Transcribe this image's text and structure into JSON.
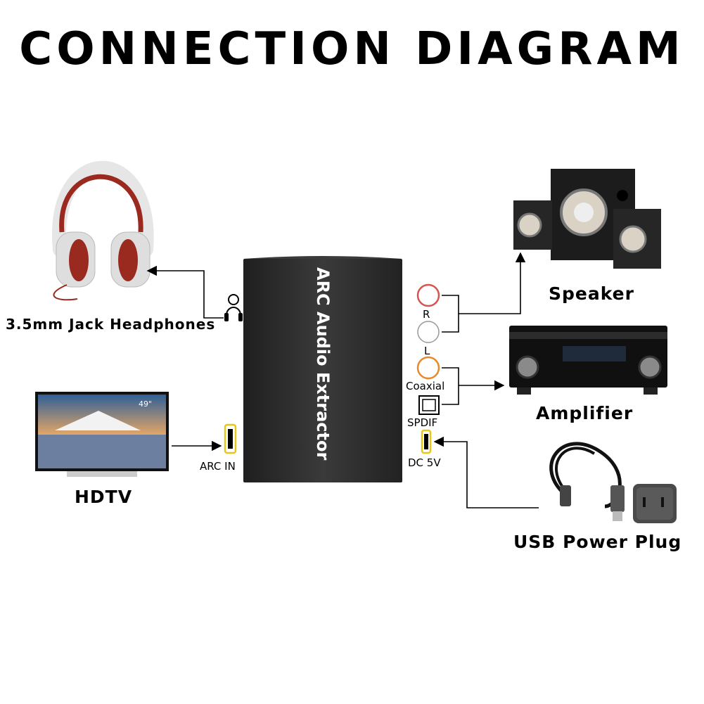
{
  "title": "CONNECTION DIAGRAM",
  "device": {
    "name": "ARC Audio Extractor",
    "body_color": "#2b2b2b"
  },
  "ports": {
    "r_label": "R",
    "l_label": "L",
    "coaxial_label": "Coaxial",
    "spdif_label": "SPDIF",
    "dc_label": "DC 5V",
    "arc_label": "ARC IN"
  },
  "devices": {
    "headphones": "3.5mm Jack Headphones",
    "hdtv": "HDTV",
    "hdtv_badge": "49\"",
    "speaker": "Speaker",
    "amplifier": "Amplifier",
    "usb_power": "USB Power Plug"
  },
  "icons": [
    "headphones-icon",
    "hdtv-icon",
    "speaker-icon",
    "amplifier-icon",
    "usb-power-icon",
    "headphone-jack-icon",
    "hdmi-port-icon",
    "usb-port-icon",
    "optical-port-icon"
  ],
  "colors": {
    "rca_red": "#d9534f",
    "rca_white": "#ffffff",
    "coaxial_orange": "#e8892b",
    "hdmi_yellow": "#e6c619",
    "connector": "#000000"
  }
}
